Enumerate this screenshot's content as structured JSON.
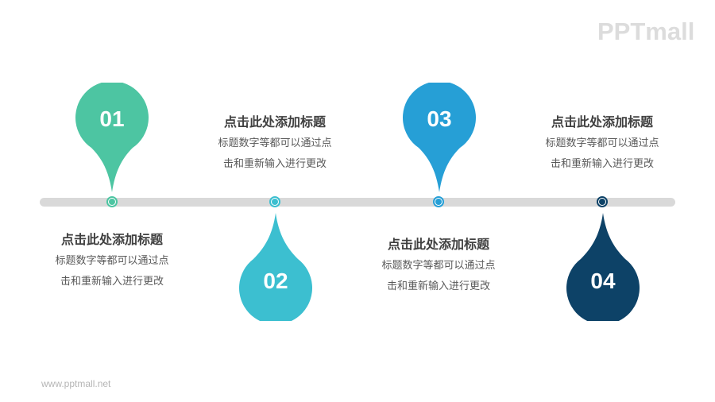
{
  "brand": {
    "logo_text": "PPTmall",
    "footer_url": "www.pptmall.net"
  },
  "timeline": {
    "track_color": "#d9d9d9",
    "items": [
      {
        "number": "01",
        "color": "#4dc5a2",
        "position": "above",
        "title": "点击此处添加标题",
        "desc_line1": "标题数字等都可以通过点",
        "desc_line2": "击和重新输入进行更改"
      },
      {
        "number": "02",
        "color": "#3cbfd0",
        "position": "below",
        "title": "点击此处添加标题",
        "desc_line1": "标题数字等都可以通过点",
        "desc_line2": "击和重新输入进行更改"
      },
      {
        "number": "03",
        "color": "#269fd6",
        "position": "above",
        "title": "点击此处添加标题",
        "desc_line1": "标题数字等都可以通过点",
        "desc_line2": "击和重新输入进行更改"
      },
      {
        "number": "04",
        "color": "#0d4267",
        "position": "below",
        "title": "点击此处添加标题",
        "desc_line1": "标题数字等都可以通过点",
        "desc_line2": "击和重新输入进行更改"
      }
    ]
  }
}
